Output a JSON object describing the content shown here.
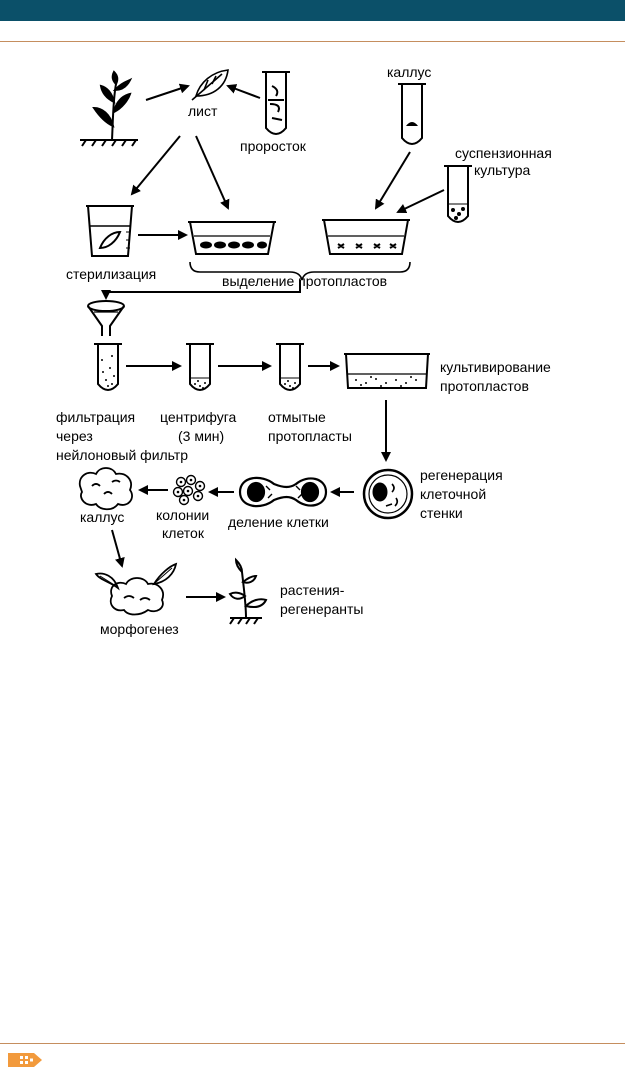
{
  "header": {
    "bar_color": "#0b5069",
    "rule_color": "#c58e5e"
  },
  "diagram": {
    "labels": {
      "leaf": "лист",
      "seedling": "проросток",
      "callus_top": "каллус",
      "suspension_1": "суспензионная",
      "suspension_2": "культура",
      "sterilization": "стерилизация",
      "protoplast_isolation": "выделение протопластов",
      "filtration_1": "фильтрация",
      "filtration_2": "через",
      "filtration_3": "нейлоновый фильтр",
      "centrifuge_1": "центрифуга",
      "centrifuge_2": "(3 мин)",
      "washed_1": "отмытые",
      "washed_2": "протопласты",
      "cultivation_1": "культивирование",
      "cultivation_2": "протопластов",
      "regeneration_1": "регенерация",
      "regeneration_2": "клеточной",
      "regeneration_3": "стенки",
      "cell_division": "деление клетки",
      "colonies_1": "колонии",
      "colonies_2": "клеток",
      "callus_bottom": "каллус",
      "morphogenesis": "морфогенез",
      "regenerants_1": "растения-",
      "regenerants_2": "регенеранты"
    }
  },
  "footer": {
    "logo_icon": "publisher-logo-icon",
    "logo_color": "#f29a3c"
  }
}
